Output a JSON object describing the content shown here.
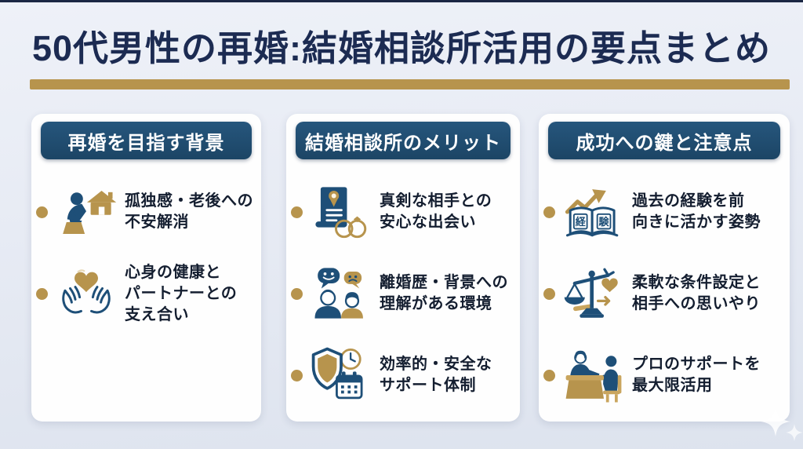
{
  "header": {
    "title": "50代男性の再婚:結婚相談所活用の要点まとめ"
  },
  "colors": {
    "navy_pill": "#1f4a6d",
    "navy_icon": "#1e4f78",
    "gold": "#b7944d",
    "title_text": "#1c2b52",
    "item_text": "#141e30",
    "background": "#e4e9f2",
    "card_background": "#fefefe"
  },
  "cards": [
    {
      "header": "再婚を目指す背景",
      "items": [
        {
          "icon": "thinking-person-house-icon",
          "text": "孤独感・老後への\n不安解消"
        },
        {
          "icon": "hands-holding-heart-icon",
          "text": "心身の健康と\nパートナーとの\n支え合い"
        }
      ]
    },
    {
      "header": "結婚相談所のメリット",
      "items": [
        {
          "icon": "certificate-rings-icon",
          "text": "真剣な相手との\n安心な出会い"
        },
        {
          "icon": "couple-dialogue-icon",
          "text": "離婚歴・背景への\n理解がある環境"
        },
        {
          "icon": "shield-clock-calendar-icon",
          "text": "効率的・安全な\nサポート体制"
        }
      ]
    },
    {
      "header": "成功への鍵と注意点",
      "items": [
        {
          "icon": "experience-book-arrow-icon",
          "text": "過去の経験を前\n向きに活かす姿勢"
        },
        {
          "icon": "scales-heart-icon",
          "text": "柔軟な条件設定と\n相手への思いやり"
        },
        {
          "icon": "counselor-desk-icon",
          "text": "プロのサポートを\n最大限活用"
        }
      ]
    }
  ],
  "icons": {
    "book_page_left": "経",
    "book_page_right": "験"
  }
}
